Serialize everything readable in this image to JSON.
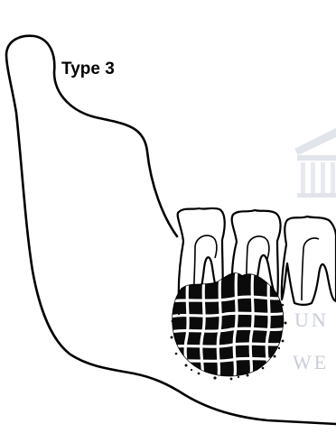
{
  "figure": {
    "label": "Type 3",
    "colors": {
      "outline": "#000000",
      "lesion": "#0b0b0b",
      "lesion_grid": "#ffffff",
      "watermark": "#c9ced9"
    },
    "watermark_text": [
      "UN",
      "WE"
    ],
    "icons": {
      "watermark": "university-building-watermark-icon"
    }
  }
}
